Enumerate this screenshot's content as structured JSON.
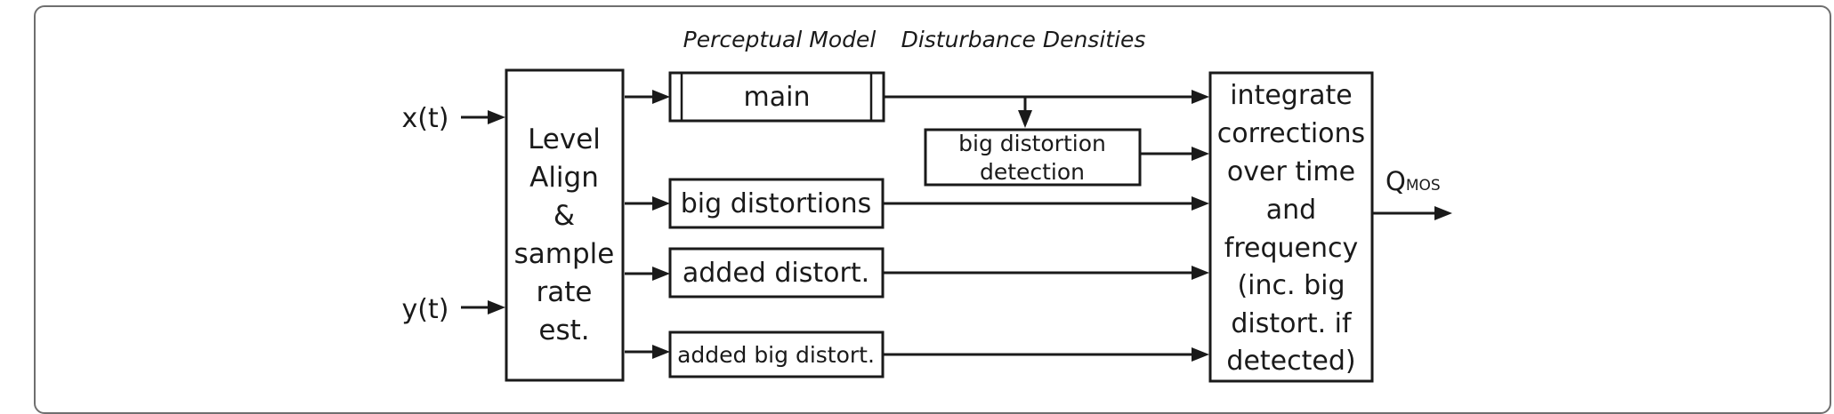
{
  "headers": {
    "perceptual_model": "Perceptual Model",
    "disturbance_densities": "Disturbance Densities"
  },
  "inputs": {
    "x": "x(t)",
    "y": "y(t)"
  },
  "level_align": {
    "lines": [
      "Level",
      "Align",
      "&",
      "sample",
      "rate",
      "est."
    ]
  },
  "blocks": {
    "main": "main",
    "big_distortions": "big distortions",
    "added_distort": "added distort.",
    "added_big_distort": "added big distort."
  },
  "detection": {
    "lines": [
      "big distortion",
      "detection"
    ]
  },
  "integrate": {
    "lines": [
      "integrate",
      "corrections",
      "over time",
      "and",
      "frequency",
      "(inc. big",
      "distort. if",
      "detected)"
    ]
  },
  "output": {
    "q": "Q",
    "subscript": "MOS"
  }
}
